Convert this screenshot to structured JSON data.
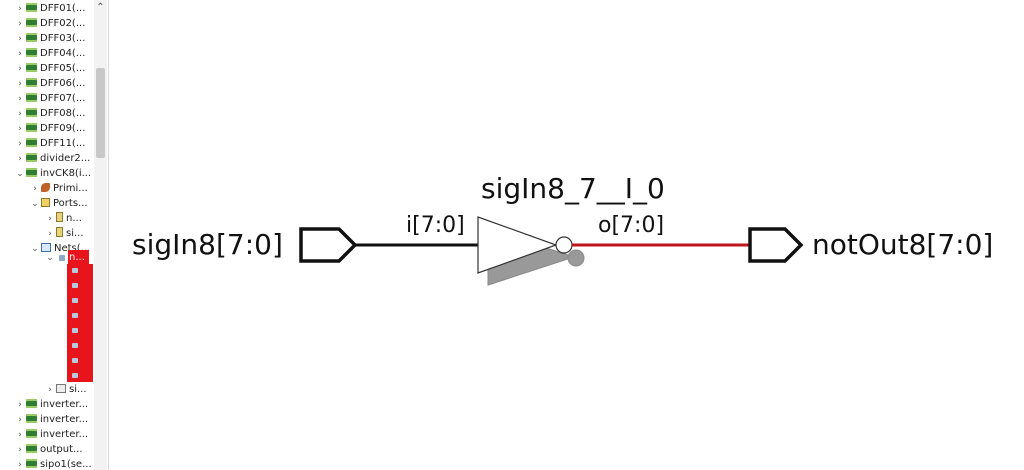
{
  "tree": {
    "items": [
      {
        "label": "DFF01(...",
        "icon": "chip-icon",
        "expanded": false
      },
      {
        "label": "DFF02(...",
        "icon": "chip-icon",
        "expanded": false
      },
      {
        "label": "DFF03(...",
        "icon": "chip-icon",
        "expanded": false
      },
      {
        "label": "DFF04(...",
        "icon": "chip-icon",
        "expanded": false
      },
      {
        "label": "DFF05(...",
        "icon": "chip-icon",
        "expanded": false
      },
      {
        "label": "DFF06(...",
        "icon": "chip-icon",
        "expanded": false
      },
      {
        "label": "DFF07(...",
        "icon": "chip-icon",
        "expanded": false
      },
      {
        "label": "DFF08(...",
        "icon": "chip-icon",
        "expanded": false
      },
      {
        "label": "DFF09(...",
        "icon": "chip-icon",
        "expanded": false
      },
      {
        "label": "DFF11(...",
        "icon": "chip-icon",
        "expanded": false
      },
      {
        "label": "divider2...",
        "icon": "chip-icon",
        "expanded": false
      },
      {
        "label": "invCK8(i...",
        "icon": "chip-icon",
        "expanded": true
      },
      {
        "label": "Primi...",
        "icon": "primitives-icon",
        "expanded": false
      },
      {
        "label": "Ports...",
        "icon": "ports-icon",
        "expanded": true
      },
      {
        "label": "n...",
        "icon": "port-icon",
        "expanded": false
      },
      {
        "label": "si...",
        "icon": "port-icon",
        "expanded": false
      },
      {
        "label": "Nets(...",
        "icon": "nets-icon",
        "expanded": true
      },
      {
        "label": "n...",
        "icon": "net-icon",
        "expanded": true,
        "selected": true
      },
      {
        "label": "si...",
        "icon": "block-icon",
        "expanded": false
      },
      {
        "label": "inverter...",
        "icon": "chip-icon",
        "expanded": false
      },
      {
        "label": "inverter...",
        "icon": "chip-icon",
        "expanded": false
      },
      {
        "label": "inverter...",
        "icon": "chip-icon",
        "expanded": false
      },
      {
        "label": "output...",
        "icon": "chip-icon",
        "expanded": false
      },
      {
        "label": "sipo1(se...",
        "icon": "chip-icon",
        "expanded": false
      }
    ]
  },
  "schematic": {
    "instance_name": "sigIn8_7__I_0",
    "input_port": "sigIn8[7:0]",
    "output_port": "notOut8[7:0]",
    "input_pin": "i[7:0]",
    "output_pin": "o[7:0]",
    "highlight_color": "#c0141c",
    "wire_color": "#111111"
  }
}
